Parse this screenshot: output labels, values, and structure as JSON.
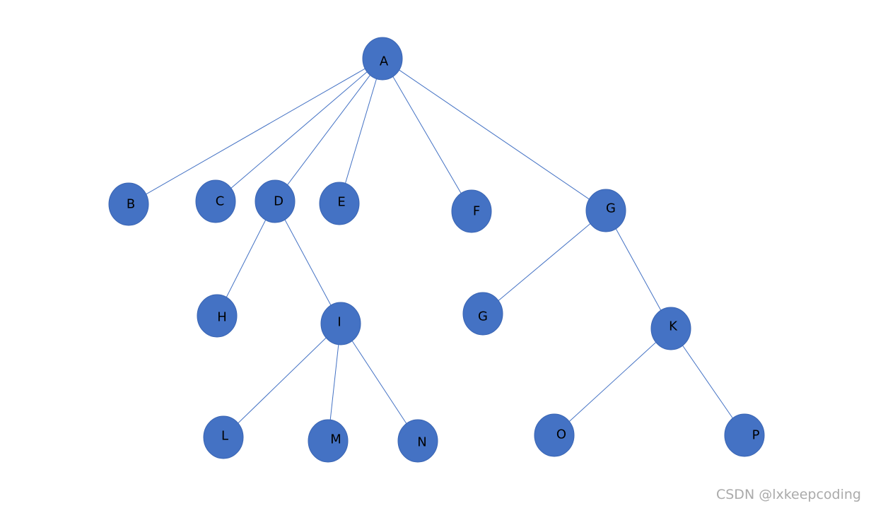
{
  "tree": {
    "colors": {
      "node_fill": "#4472c4",
      "edge": "#4472c4",
      "label": "#000000"
    },
    "nodes": [
      {
        "id": "A",
        "label": "A"
      },
      {
        "id": "B",
        "label": "B"
      },
      {
        "id": "C",
        "label": "C"
      },
      {
        "id": "D",
        "label": "D"
      },
      {
        "id": "E",
        "label": "E"
      },
      {
        "id": "F",
        "label": "F"
      },
      {
        "id": "G1",
        "label": "G"
      },
      {
        "id": "H",
        "label": "H"
      },
      {
        "id": "I",
        "label": "I"
      },
      {
        "id": "G2",
        "label": "G"
      },
      {
        "id": "K",
        "label": "K"
      },
      {
        "id": "L",
        "label": "L"
      },
      {
        "id": "M",
        "label": "M"
      },
      {
        "id": "N",
        "label": "N"
      },
      {
        "id": "O",
        "label": "O"
      },
      {
        "id": "P",
        "label": "P"
      }
    ],
    "edges": [
      {
        "from": "A",
        "to": "B"
      },
      {
        "from": "A",
        "to": "C"
      },
      {
        "from": "A",
        "to": "D"
      },
      {
        "from": "A",
        "to": "E"
      },
      {
        "from": "A",
        "to": "F"
      },
      {
        "from": "A",
        "to": "G1"
      },
      {
        "from": "D",
        "to": "H"
      },
      {
        "from": "D",
        "to": "I"
      },
      {
        "from": "I",
        "to": "L"
      },
      {
        "from": "I",
        "to": "M"
      },
      {
        "from": "I",
        "to": "N"
      },
      {
        "from": "G1",
        "to": "G2"
      },
      {
        "from": "G1",
        "to": "K"
      },
      {
        "from": "K",
        "to": "O"
      },
      {
        "from": "K",
        "to": "P"
      }
    ]
  },
  "watermark": {
    "text": "CSDN @lxkeepcoding"
  }
}
